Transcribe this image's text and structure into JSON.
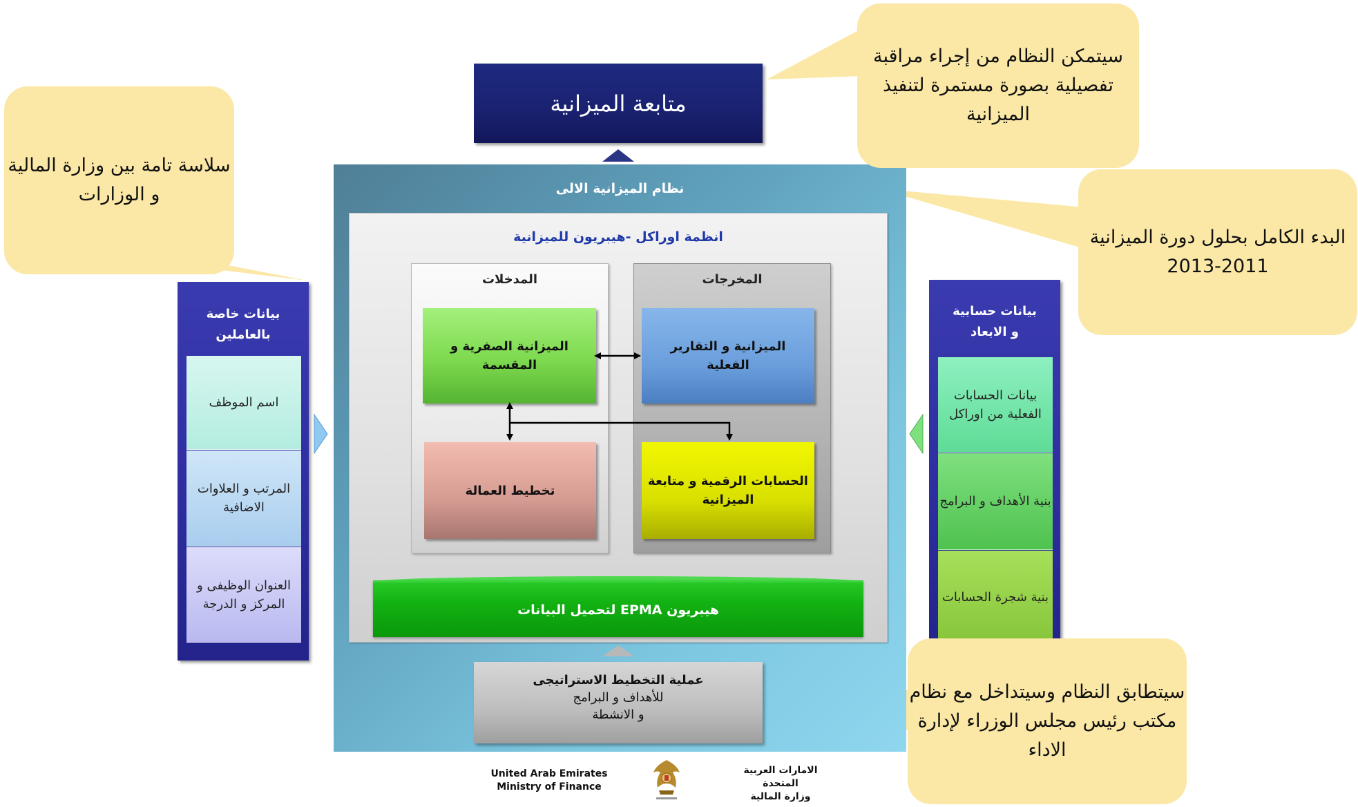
{
  "monitor": {
    "label": "متابعة الميزانية"
  },
  "system": {
    "title": "نظام الميزانية الالى",
    "hyperion_title": "انظمة اوراكل -هيبريون للميزانية"
  },
  "inputs": {
    "title": "المدخلات",
    "zero_budget": "الميزانية الصفرية و المقسمة",
    "labor_planning": "تخطيط العمالة"
  },
  "outputs": {
    "title": "المخرجات",
    "actual_reports": "الميزانية و التقارير الفعلية",
    "digital_accounts": "الحسابات الرقمية و متابعة الميزانية"
  },
  "epma": {
    "label": "هيبريون EPMA لتحميل البيانات"
  },
  "strategic": {
    "title": "عملية التخطيط الاستراتيجى",
    "line2": "للأهداف و البرامج",
    "line3": "و الانشطة"
  },
  "employee_data": {
    "title_line1": "بيانات خاصة",
    "title_line2": "بالعاملين",
    "items": [
      "اسم الموظف",
      "المرتب و العلاوات الاضافية",
      "العنوان الوظيفى و المركز و الدرجة"
    ]
  },
  "account_data": {
    "title_line1": "بيانات حسابية",
    "title_line2": "و الابعاد",
    "items": [
      "بيانات الحسابات الفعلية من اوراكل",
      "بنية الأهداف و البرامج",
      "بنية شجرة الحسابات"
    ]
  },
  "callouts": {
    "left": "سلاسة تامة بين وزارة المالية و الوزارات",
    "top_right": "سيتمكن النظام من إجراء مراقبة تفصيلية بصورة مستمرة لتنفيذ الميزانية",
    "right": "البدء الكامل بحلول دورة الميزانية 2011-2013",
    "bottom_right": "سيتطابق النظام وسيتداخل مع نظام مكتب رئيس مجلس الوزراء لإدارة الاداء"
  },
  "footer": {
    "en_line1": "United Arab Emirates",
    "en_line2": "Ministry of Finance",
    "ar_line1": "الامارات العربية المتحدة",
    "ar_line2": "وزارة المالية"
  },
  "colors": {
    "monitor_fill": "#1a2170",
    "system_panel": "#5fa0bc",
    "callout_fill": "#fbe8a6",
    "side_column": "#2f2fa3",
    "epma_green": "#12b012"
  }
}
